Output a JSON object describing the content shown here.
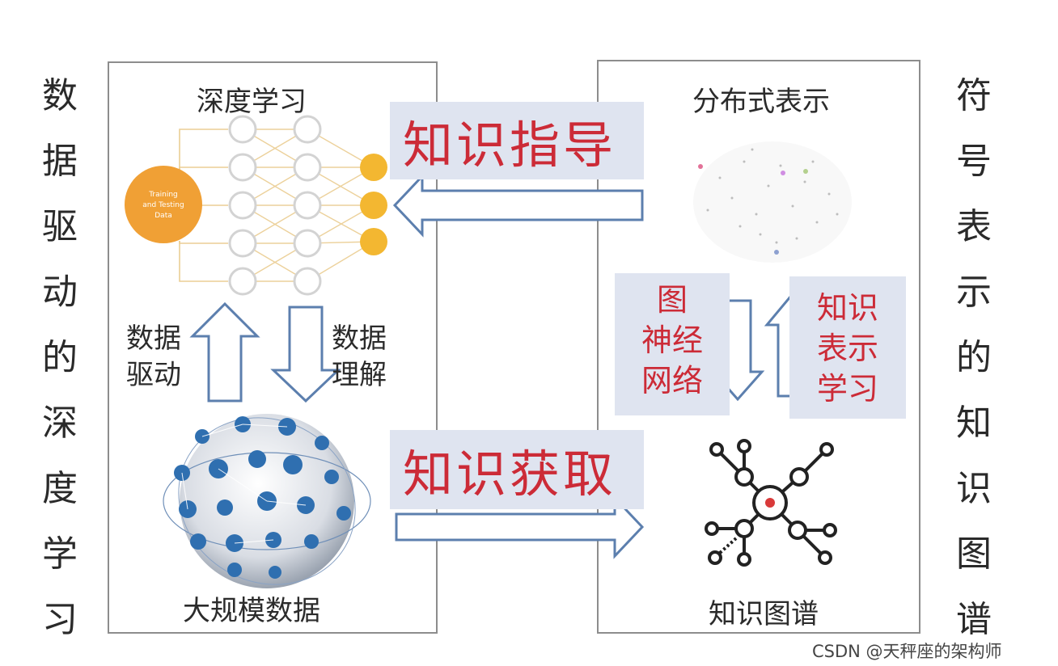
{
  "left_side_label": [
    "数",
    "据",
    "驱",
    "动",
    "的",
    "深",
    "度",
    "学",
    "习"
  ],
  "right_side_label": [
    "符",
    "号",
    "表",
    "示",
    "的",
    "知",
    "识",
    "图",
    "谱"
  ],
  "left_panel": {
    "title": "深度学习",
    "circle_text": [
      "Training",
      "and Testing",
      "Data"
    ],
    "up_arrow_label": [
      "数据",
      "驱动"
    ],
    "down_arrow_label": [
      "数据",
      "理解"
    ],
    "bottom_label": "大规模数据"
  },
  "right_panel": {
    "title": "分布式表示",
    "gnn_label": [
      "图",
      "神经",
      "网络"
    ],
    "krl_label": [
      "知识",
      "表示",
      "学习"
    ],
    "bottom_label": "知识图谱"
  },
  "middle": {
    "top_band": "知识指导",
    "bottom_band": "知识获取"
  },
  "watermark": "CSDN @天秤座的架构师",
  "colors": {
    "band_bg": "#dfe4f0",
    "band_text": "#cc2b37",
    "node_orange": "#f0a035",
    "node_yellow": "#f3b731",
    "globe_blue": "#2f6fb0",
    "graph_red": "#d93a3a"
  }
}
